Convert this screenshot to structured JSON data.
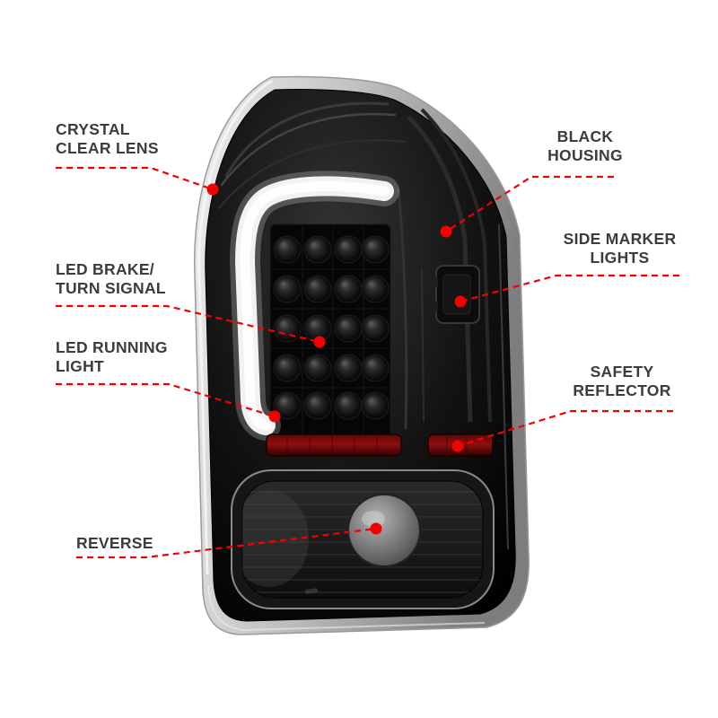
{
  "colors": {
    "callout_red": "#f30000",
    "label_text": "#3c3c3c",
    "background": "#ffffff",
    "housing_black": "#0d0d0d",
    "light_bar_white": "#f2f2f2",
    "reflector_red": "#8f0f0f"
  },
  "callouts": {
    "crystal_clear_lens": {
      "line1": "CRYSTAL",
      "line2": "CLEAR LENS"
    },
    "black_housing": {
      "line1": "BLACK",
      "line2": "HOUSING"
    },
    "side_marker_lights": {
      "line1": "SIDE MARKER",
      "line2": "LIGHTS"
    },
    "led_brake_turn_signal": {
      "line1": "LED BRAKE/",
      "line2": "TURN SIGNAL"
    },
    "led_running_light": {
      "line1": "LED RUNNING",
      "line2": "LIGHT"
    },
    "safety_reflector": {
      "line1": "SAFETY",
      "line2": "REFLECTOR"
    },
    "reverse": {
      "line1": "REVERSE"
    }
  }
}
